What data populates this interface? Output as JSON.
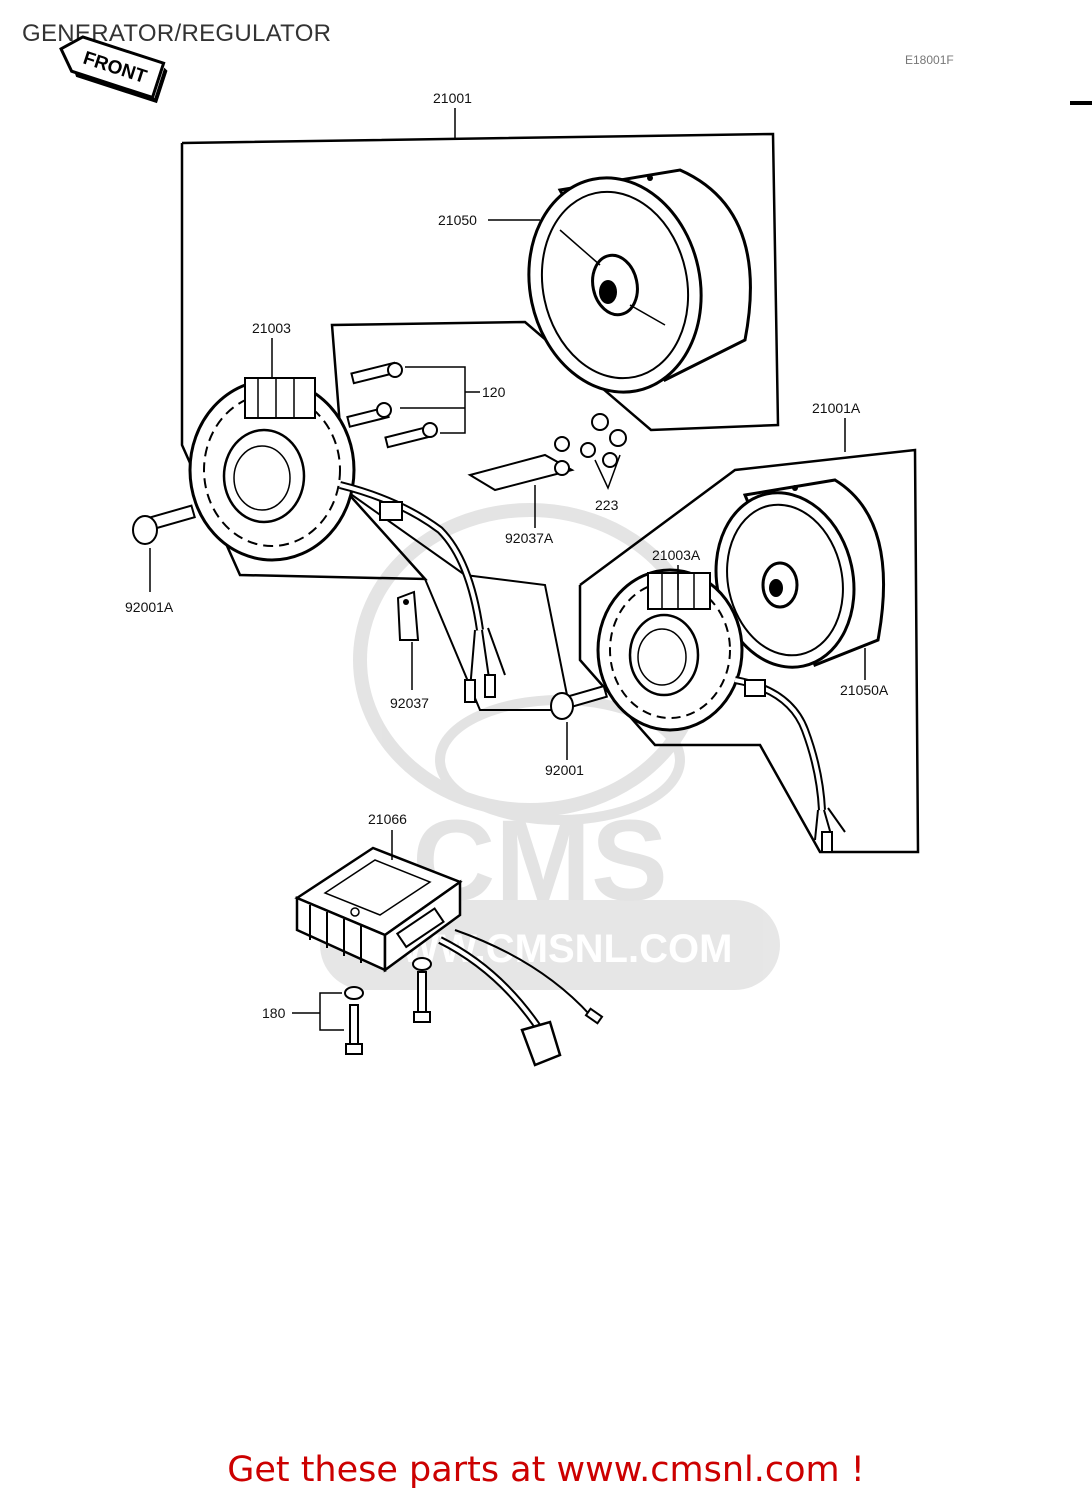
{
  "title": "GENERATOR/REGULATOR",
  "figure_code": "E18001F",
  "front_label": "FRONT",
  "watermark": {
    "brand": "CMS",
    "url": "WWW.CMSNL.COM"
  },
  "footer": "Get these parts at www.cmsnl.com !",
  "parts": {
    "p21001": "21001",
    "p21050": "21050",
    "p21003": "21003",
    "p120": "120",
    "p21001A": "21001A",
    "p223": "223",
    "p92037A": "92037A",
    "p92001A": "92001A",
    "p21003A": "21003A",
    "p21050A": "21050A",
    "p92037": "92037",
    "p92001": "92001",
    "p21066": "21066",
    "p180": "180"
  }
}
